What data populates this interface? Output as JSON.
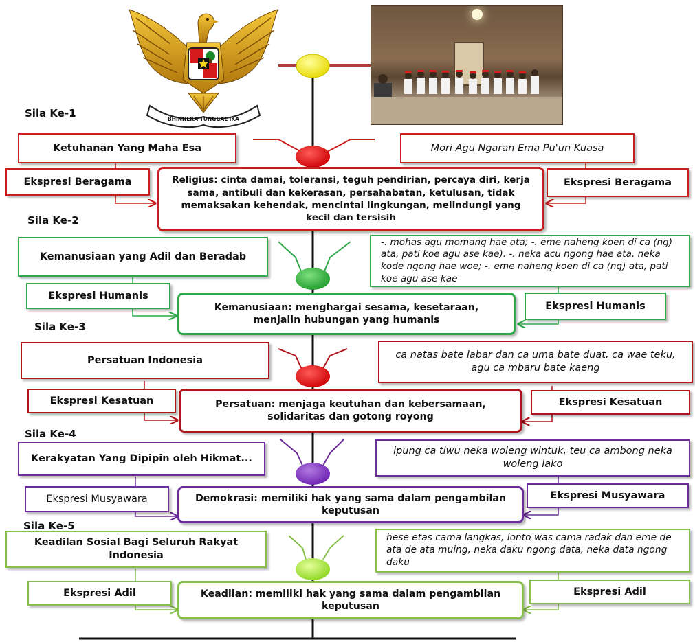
{
  "emblem": {
    "motto": "BHINNEKA TUNGGAL IKA"
  },
  "colors": {
    "sila1": "#c81e1e",
    "sila2": "#2ea84a",
    "sila3": "#b0141c",
    "sila4": "#6a2d9a",
    "sila5": "#86c04a",
    "node_top": "#f3e81a",
    "trunk": "#111111"
  },
  "sila1": {
    "heading": "Sila Ke-1",
    "principle": "Ketuhanan Yang Maha Esa",
    "local": "Mori Agu Ngaran Ema Pu'un Kuasa",
    "expr_left": "Ekspresi  Beragama",
    "expr_right": "Ekspresi  Beragama",
    "value": "Religius: cinta damai, toleransi, teguh pendirian, percaya diri, kerja sama, antibuli dan kekerasan, persahabatan, ketulusan, tidak memaksakan kehendak, mencintai lingkungan, melindungi yang kecil dan tersisih"
  },
  "sila2": {
    "heading": "Sila Ke-2",
    "principle": "Kemanusiaan yang Adil dan Beradab",
    "local": "-. mohas agu momang hae ata; -. eme naheng koen di ca (ng) ata, pati koe agu ase kae). -. neka acu ngong hae ata, neka kode ngong hae woe; -. eme naheng koen di ca (ng) ata, pati koe agu ase kae",
    "expr_left": "Ekspresi  Humanis",
    "expr_right": "Ekspresi  Humanis",
    "value": "Kemanusiaan: menghargai sesama, kesetaraan,  menjalin hubungan yang humanis"
  },
  "sila3": {
    "heading": "Sila Ke-3",
    "principle": "Persatuan Indonesia",
    "local": "ca natas bate labar dan ca uma bate duat, ca wae teku, agu ca mbaru bate kaeng",
    "expr_left": "Ekspresi  Kesatuan",
    "expr_right": "Ekspresi  Kesatuan",
    "value": "Persatuan: menjaga keutuhan dan kebersamaan, solidaritas dan gotong royong"
  },
  "sila4": {
    "heading": "Sila Ke-4",
    "principle": "Kerakyatan Yang Dipipin oleh Hikmat...",
    "local": "ipung ca tiwu neka woleng wintuk, teu ca ambong neka woleng lako",
    "expr_left": "Ekspresi  Musyawara",
    "expr_right": "Ekspresi  Musyawara",
    "value": "Demokrasi: memiliki hak yang sama dalam pengambilan keputusan"
  },
  "sila5": {
    "heading": "Sila Ke-5",
    "principle": "Keadilan Sosial Bagi Seluruh Rakyat Indonesia",
    "local": "hese etas cama langkas, lonto was cama radak dan eme de ata de ata muing, neka daku ngong data, neka data ngong daku",
    "expr_left": "Ekspresi  Adil",
    "expr_right": "Ekspresi  Adil",
    "value": "Keadilan: memiliki hak yang sama dalam pengambilan keputusan"
  }
}
